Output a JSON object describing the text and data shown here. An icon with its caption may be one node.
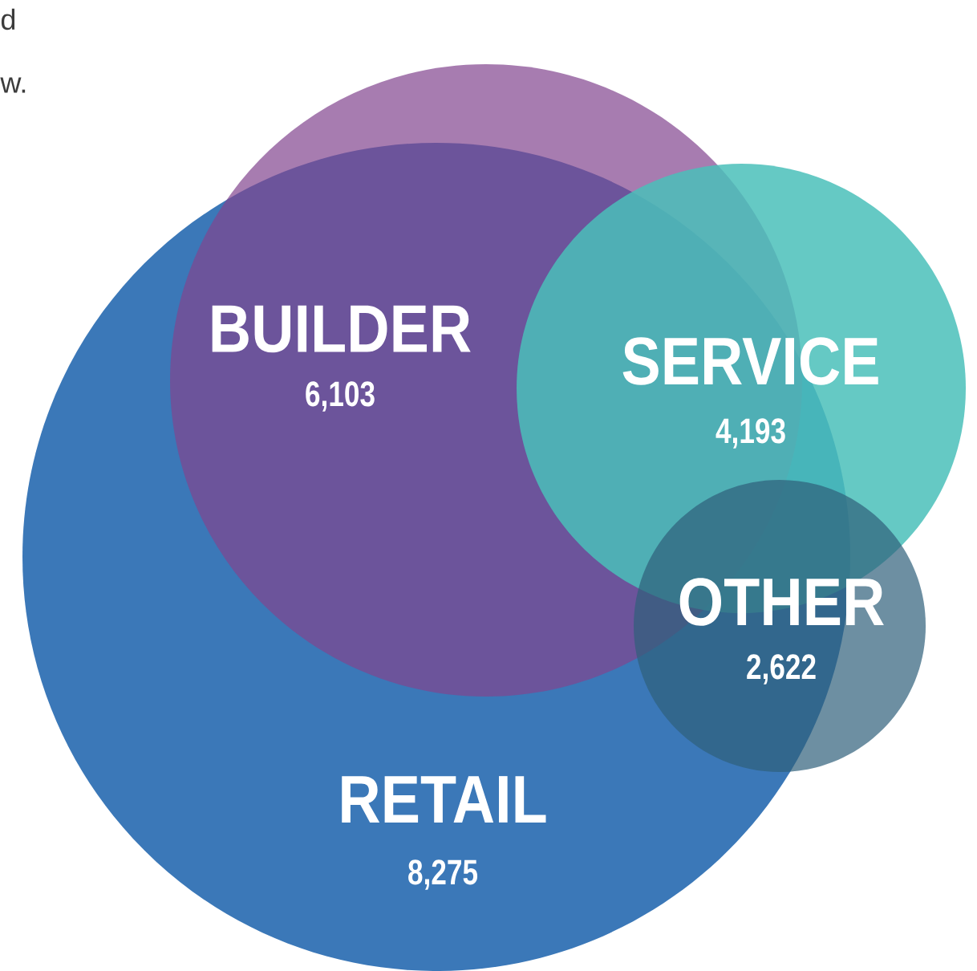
{
  "diagram": {
    "nodes": [
      {
        "text": [
          "RETAIL",
          "8,275"
        ]
      },
      {
        "text": [
          "BUILDER",
          "6,103"
        ]
      },
      {
        "text": [
          "SERVICE",
          "4,193"
        ]
      },
      {
        "text": [
          "OTHER",
          "2,622"
        ]
      }
    ],
    "labels": [
      "d",
      "w."
    ]
  }
}
